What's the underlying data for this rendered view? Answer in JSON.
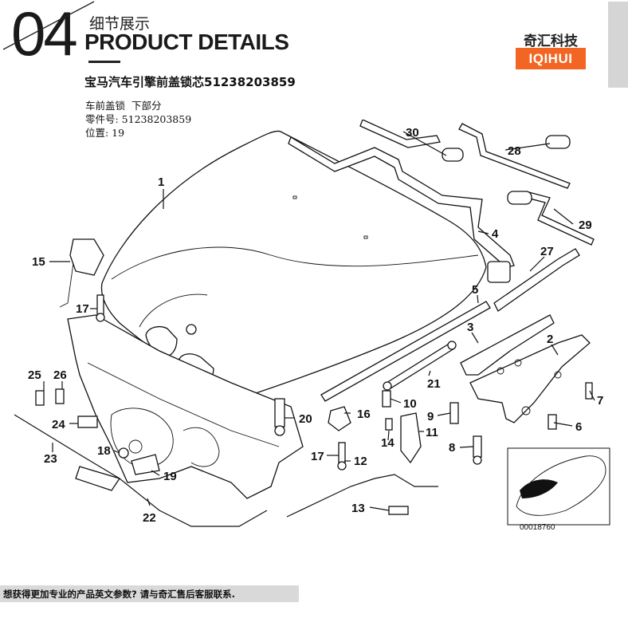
{
  "header": {
    "number": "04",
    "subtitle_cn": "细节展示",
    "subtitle_en": "PRODUCT DETAILS"
  },
  "brand": {
    "name_cn": "奇汇科技",
    "badge": "IQIHUI",
    "badge_color": "#f26522"
  },
  "product": {
    "title": "宝马汽车引擎前盖锁芯51238203859",
    "info_lines": [
      "车前盖锁  下部分",
      "零件号: 51238203859",
      "位置: 19"
    ]
  },
  "diagram": {
    "callouts": [
      "1",
      "2",
      "3",
      "4",
      "5",
      "6",
      "7",
      "8",
      "9",
      "10",
      "11",
      "12",
      "13",
      "14",
      "15",
      "16",
      "17",
      "17",
      "18",
      "19",
      "20",
      "21",
      "22",
      "23",
      "24",
      "25",
      "26",
      "27",
      "28",
      "29",
      "30"
    ],
    "inset_code": "00018760"
  },
  "footer": {
    "text": "想获得更加专业的产品英文参数? 请与奇汇售后客服联系."
  }
}
